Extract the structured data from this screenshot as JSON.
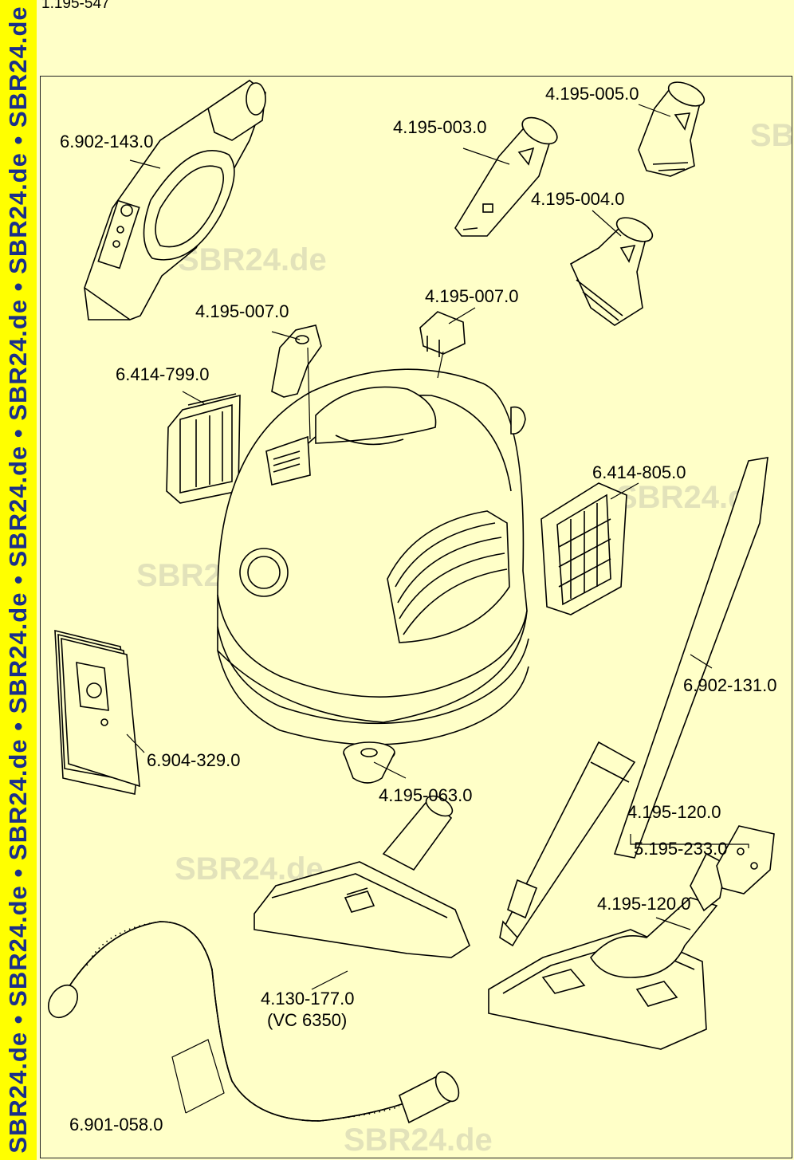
{
  "document": {
    "number": "1.195-547",
    "banner_text": "SBR24.de • SBR24.de • SBR24.de • SBR24.de • SBR24.de • SBR24.de • SBR24.de • SBR24.de"
  },
  "watermarks": [
    "SBR24.de",
    "SBR24.de",
    "SBR24.de",
    "SBR24.de",
    "SBR24.de",
    "SB"
  ],
  "parts": [
    {
      "number": "6.902-143.0"
    },
    {
      "number": "4.195-003.0"
    },
    {
      "number": "4.195-005.0"
    },
    {
      "number": "4.195-004.0"
    },
    {
      "number": "4.195-007.0"
    },
    {
      "number": "4.195-007.0"
    },
    {
      "number": "6.414-799.0"
    },
    {
      "number": "6.414-805.0"
    },
    {
      "number": "6.902-131.0"
    },
    {
      "number": "6.904-329.0"
    },
    {
      "number": "4.195-063.0"
    },
    {
      "number": "4.195-120.0"
    },
    {
      "number": "5.195-233.0"
    },
    {
      "number": "4.195-120.0"
    },
    {
      "number": "4.130-177.0",
      "note": "(VC 6350)"
    },
    {
      "number": "6.901-058.0"
    }
  ]
}
